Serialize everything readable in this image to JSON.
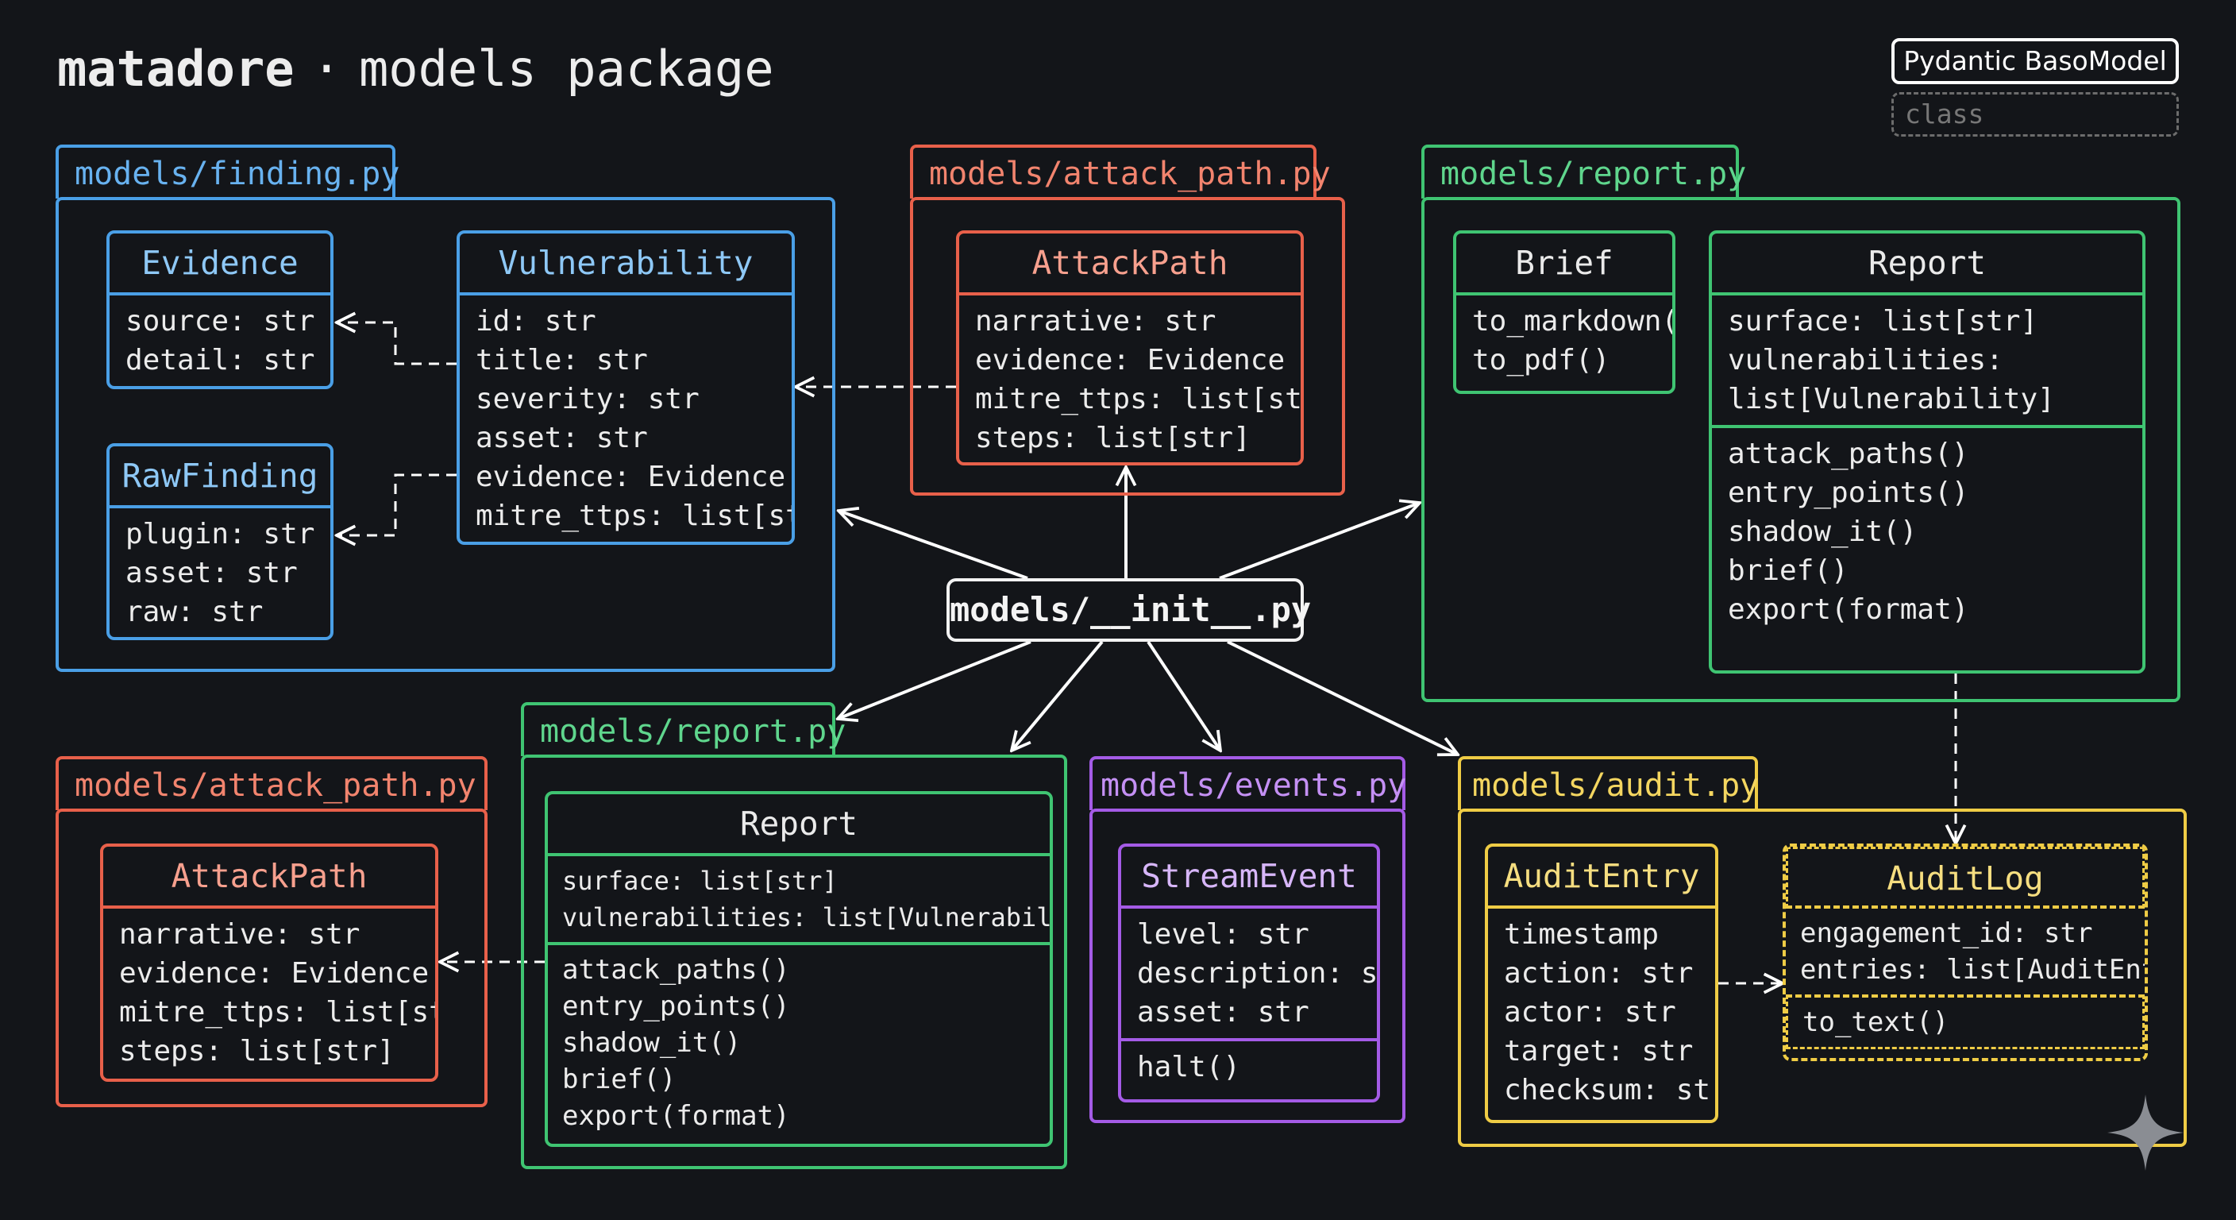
{
  "title": {
    "brand": "matadore",
    "separator": "·",
    "subtitle": "models package"
  },
  "legend": {
    "base_model": "Pydantic BasoModel",
    "class_label": "class"
  },
  "init_module": "models/__init__.py",
  "colors": {
    "background": "#131519",
    "finding": "#4a9fe6",
    "attack_path": "#e8604a",
    "report": "#3fc472",
    "events": "#a45be6",
    "audit": "#efcc45"
  },
  "packages": {
    "finding": {
      "label": "models/finding.py",
      "evidence": {
        "name": "Evidence",
        "fields": [
          "source: str",
          "detail: str"
        ]
      },
      "vulnerability": {
        "name": "Vulnerability",
        "fields": [
          "id: str",
          "title: str",
          "severity: str",
          "asset: str",
          "evidence: Evidence",
          "mitre_ttps: list[str]"
        ]
      },
      "raw_finding": {
        "name": "RawFinding",
        "fields": [
          "plugin: str",
          "asset: str",
          "raw: str"
        ]
      }
    },
    "attack_path_top": {
      "label": "models/attack_path.py",
      "attack_path": {
        "name": "AttackPath",
        "fields": [
          "narrative: str",
          "evidence: Evidence",
          "mitre_ttps: list[str]",
          "steps: list[str]"
        ]
      }
    },
    "report_top": {
      "label": "models/report.py",
      "brief": {
        "name": "Brief",
        "methods": [
          "to_markdown()",
          "to_pdf()"
        ]
      },
      "report": {
        "name": "Report",
        "fields": [
          "surface: list[str]",
          "vulnerabilities:",
          "list[Vulnerability]"
        ],
        "methods": [
          "attack_paths()",
          "entry_points()",
          "shadow_it()",
          "brief()",
          "export(format)"
        ]
      }
    },
    "attack_path_bottom": {
      "label": "models/attack_path.py",
      "attack_path": {
        "name": "AttackPath",
        "fields": [
          "narrative: str",
          "evidence: Evidence",
          "mitre_ttps: list[str]",
          "steps: list[str]"
        ]
      }
    },
    "report_bottom": {
      "label": "models/report.py",
      "report": {
        "name": "Report",
        "fields": [
          "surface: list[str]",
          "vulnerabilities: list[Vulnerability]"
        ],
        "methods": [
          "attack_paths()",
          "entry_points()",
          "shadow_it()",
          "brief()",
          "export(format)"
        ]
      }
    },
    "events": {
      "label": "models/events.py",
      "stream_event": {
        "name": "StreamEvent",
        "fields": [
          "level: str",
          "description: str",
          "asset: str"
        ],
        "methods": [
          "halt()"
        ]
      }
    },
    "audit": {
      "label": "models/audit.py",
      "audit_entry": {
        "name": "AuditEntry",
        "fields": [
          "timestamp",
          "action: str",
          "actor: str",
          "target: str",
          "checksum: str"
        ]
      },
      "audit_log": {
        "name": "AuditLog",
        "fields": [
          "engagement_id: str",
          "entries: list[AuditEntry]"
        ],
        "methods": [
          "to_text()"
        ]
      }
    }
  }
}
